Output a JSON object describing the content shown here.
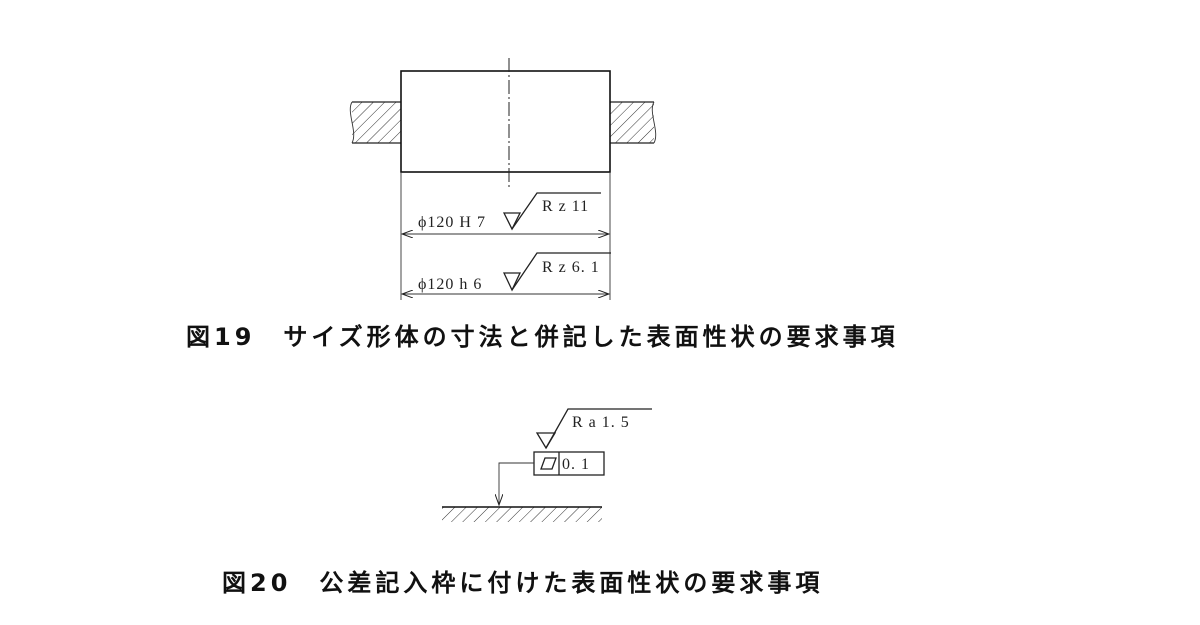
{
  "figure19": {
    "caption": "図19　サイズ形体の寸法と併記した表面性状の要求事項",
    "dim_hole": "ϕ120 H 7",
    "roughness_hole": "R z  11",
    "dim_shaft": "ϕ120 h 6",
    "roughness_shaft": "R z 6. 1"
  },
  "figure20": {
    "caption": "図20　公差記入枠に付けた表面性状の要求事項",
    "roughness": "R a  1. 5",
    "tolerance_value": "0. 1",
    "flatness_symbol": "flatness-icon"
  },
  "colors": {
    "line": "#222222",
    "background": "#ffffff"
  }
}
